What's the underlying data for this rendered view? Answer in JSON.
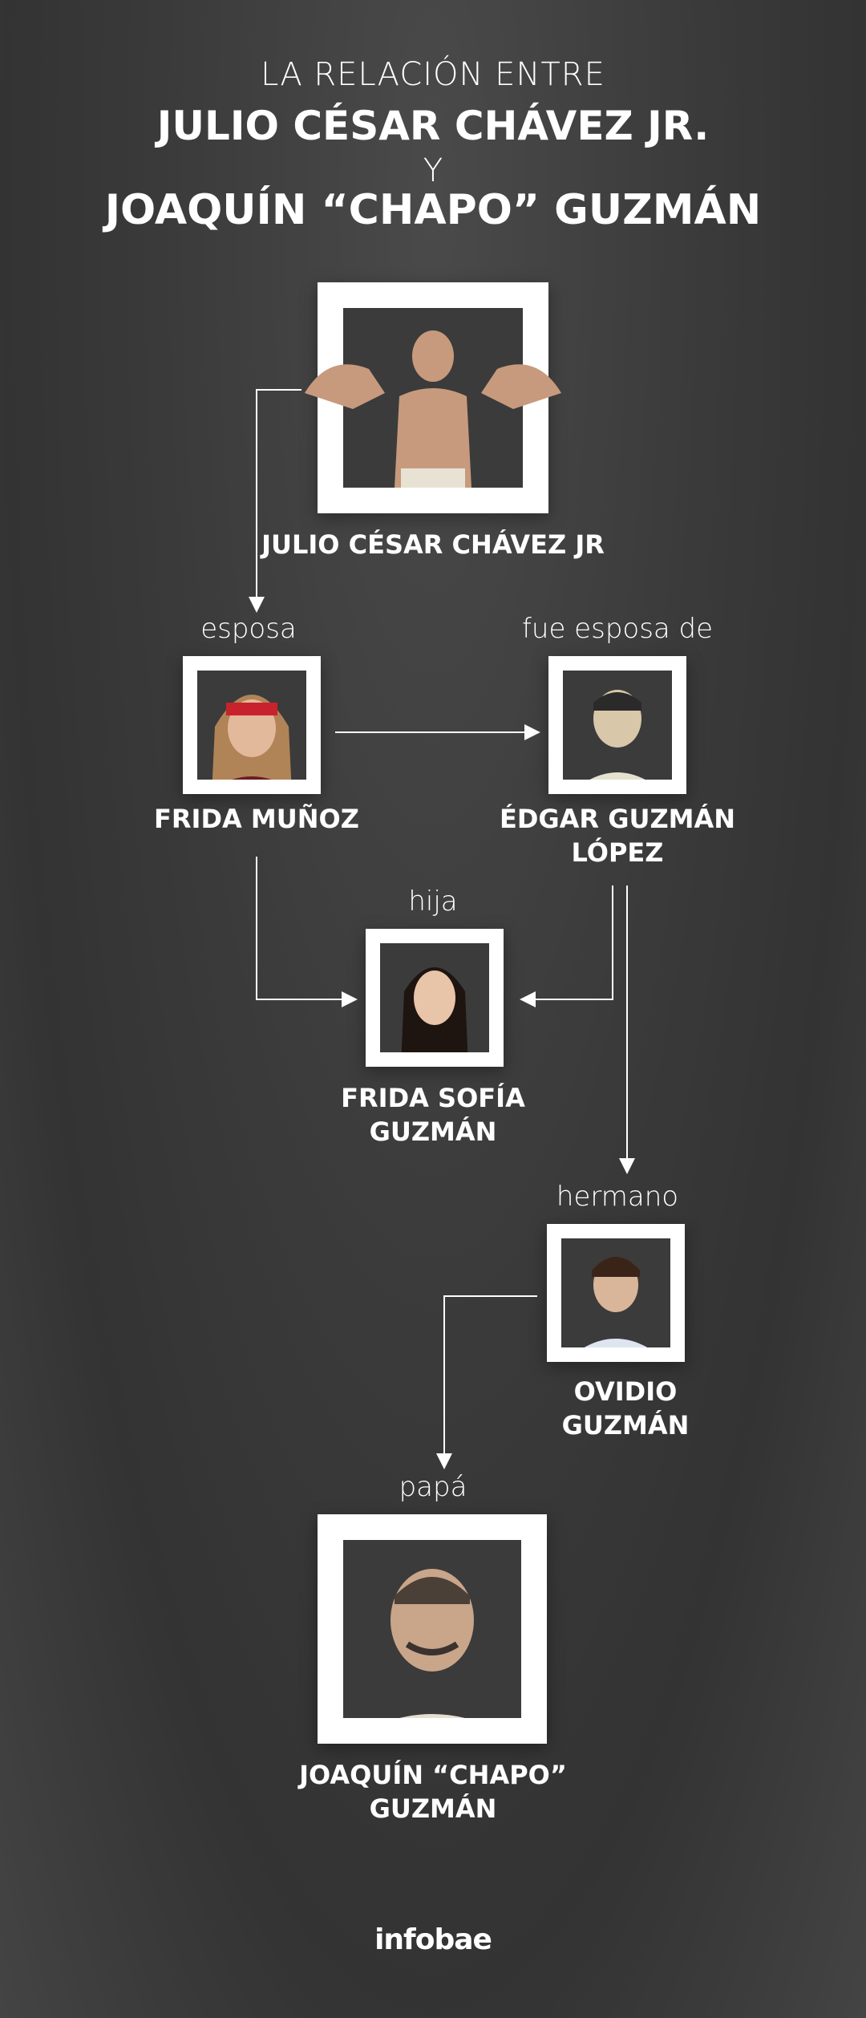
{
  "title": {
    "intro": "LA RELACIÓN ENTRE",
    "person_a": "JULIO CÉSAR CHÁVEZ JR.",
    "connector": "Y",
    "person_b": "JOAQUÍN “CHAPO” GUZMÁN"
  },
  "people": {
    "julio": {
      "name": "JULIO CÉSAR CHÁVEZ JR"
    },
    "frida": {
      "name": "FRIDA MUÑOZ"
    },
    "edgar": {
      "name_line1": "ÉDGAR GUZMÁN",
      "name_line2": "LÓPEZ"
    },
    "frida_sofia": {
      "name_line1": "FRIDA SOFÍA",
      "name_line2": "GUZMÁN"
    },
    "ovidio": {
      "name_line1": "OVIDIO",
      "name_line2": "GUZMÁN"
    },
    "chapo": {
      "name_line1": "JOAQUÍN “CHAPO”",
      "name_line2": "GUZMÁN"
    }
  },
  "relations": {
    "esposa": "esposa",
    "fue_esposa_de": "fue esposa de",
    "hija": "hija",
    "hermano": "hermano",
    "papa": "papá"
  },
  "brand": {
    "logo": "infobae"
  }
}
